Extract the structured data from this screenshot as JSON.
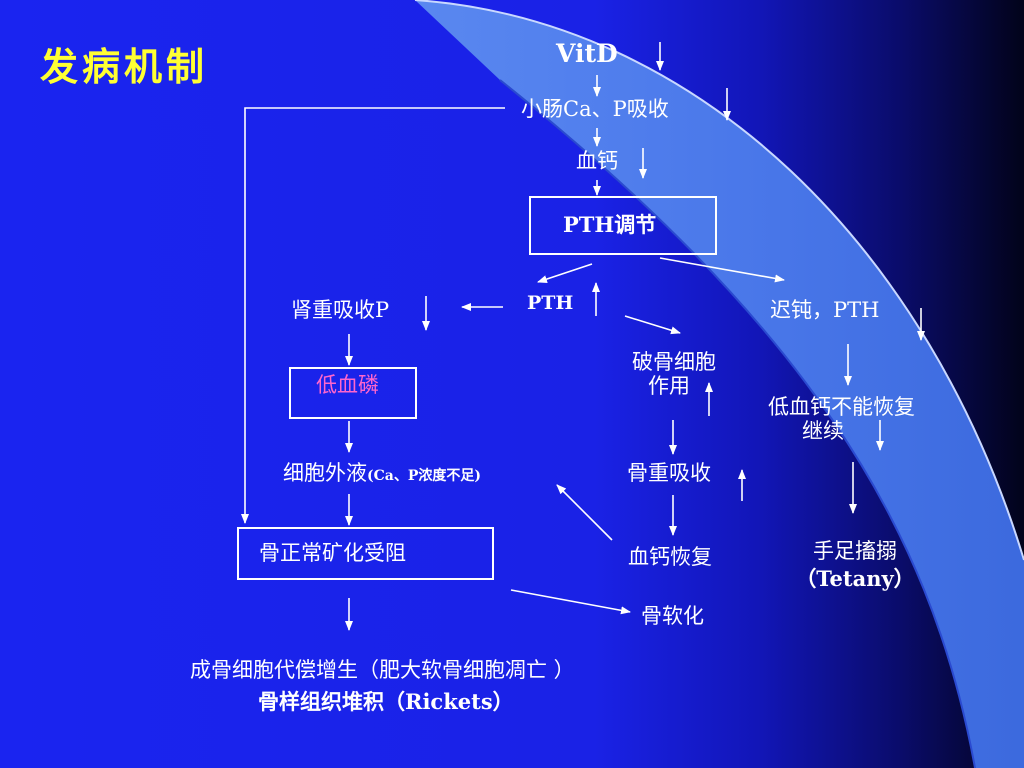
{
  "title": "发病机制",
  "colors": {
    "title": "#ffff33",
    "highlight": "#ff66cc",
    "text": "#ffffff"
  },
  "nodes": {
    "vitd": "VitD",
    "intestine_absorption": "小肠Ca、P吸收",
    "blood_calcium": "血钙",
    "pth_regulation": "PTH调节",
    "pth": "PTH",
    "renal_reabsorption": "肾重吸收P",
    "delayed_pth": "迟钝，PTH",
    "osteoclast_line1": "破骨细胞",
    "osteoclast_line2": "作用",
    "hypophosphatemia": "低血磷",
    "low_calcium_line1": "低血钙不能恢复",
    "low_calcium_line2": "继续",
    "extracellular_fluid": "细胞外液",
    "extracellular_note": "(Ca、P浓度不足)",
    "bone_resorption": "骨重吸收",
    "mineralization_blocked": "骨正常矿化受阻",
    "calcium_restored": "血钙恢复",
    "tetany_line1": "手足搐搦",
    "tetany_line2": "（Tetany）",
    "osteomalacia": "骨软化",
    "osteoblast_line": "成骨细胞代偿增生（肥大软骨细胞凋亡 ）",
    "rickets_line": "骨样组织堆积（Rickets）"
  }
}
